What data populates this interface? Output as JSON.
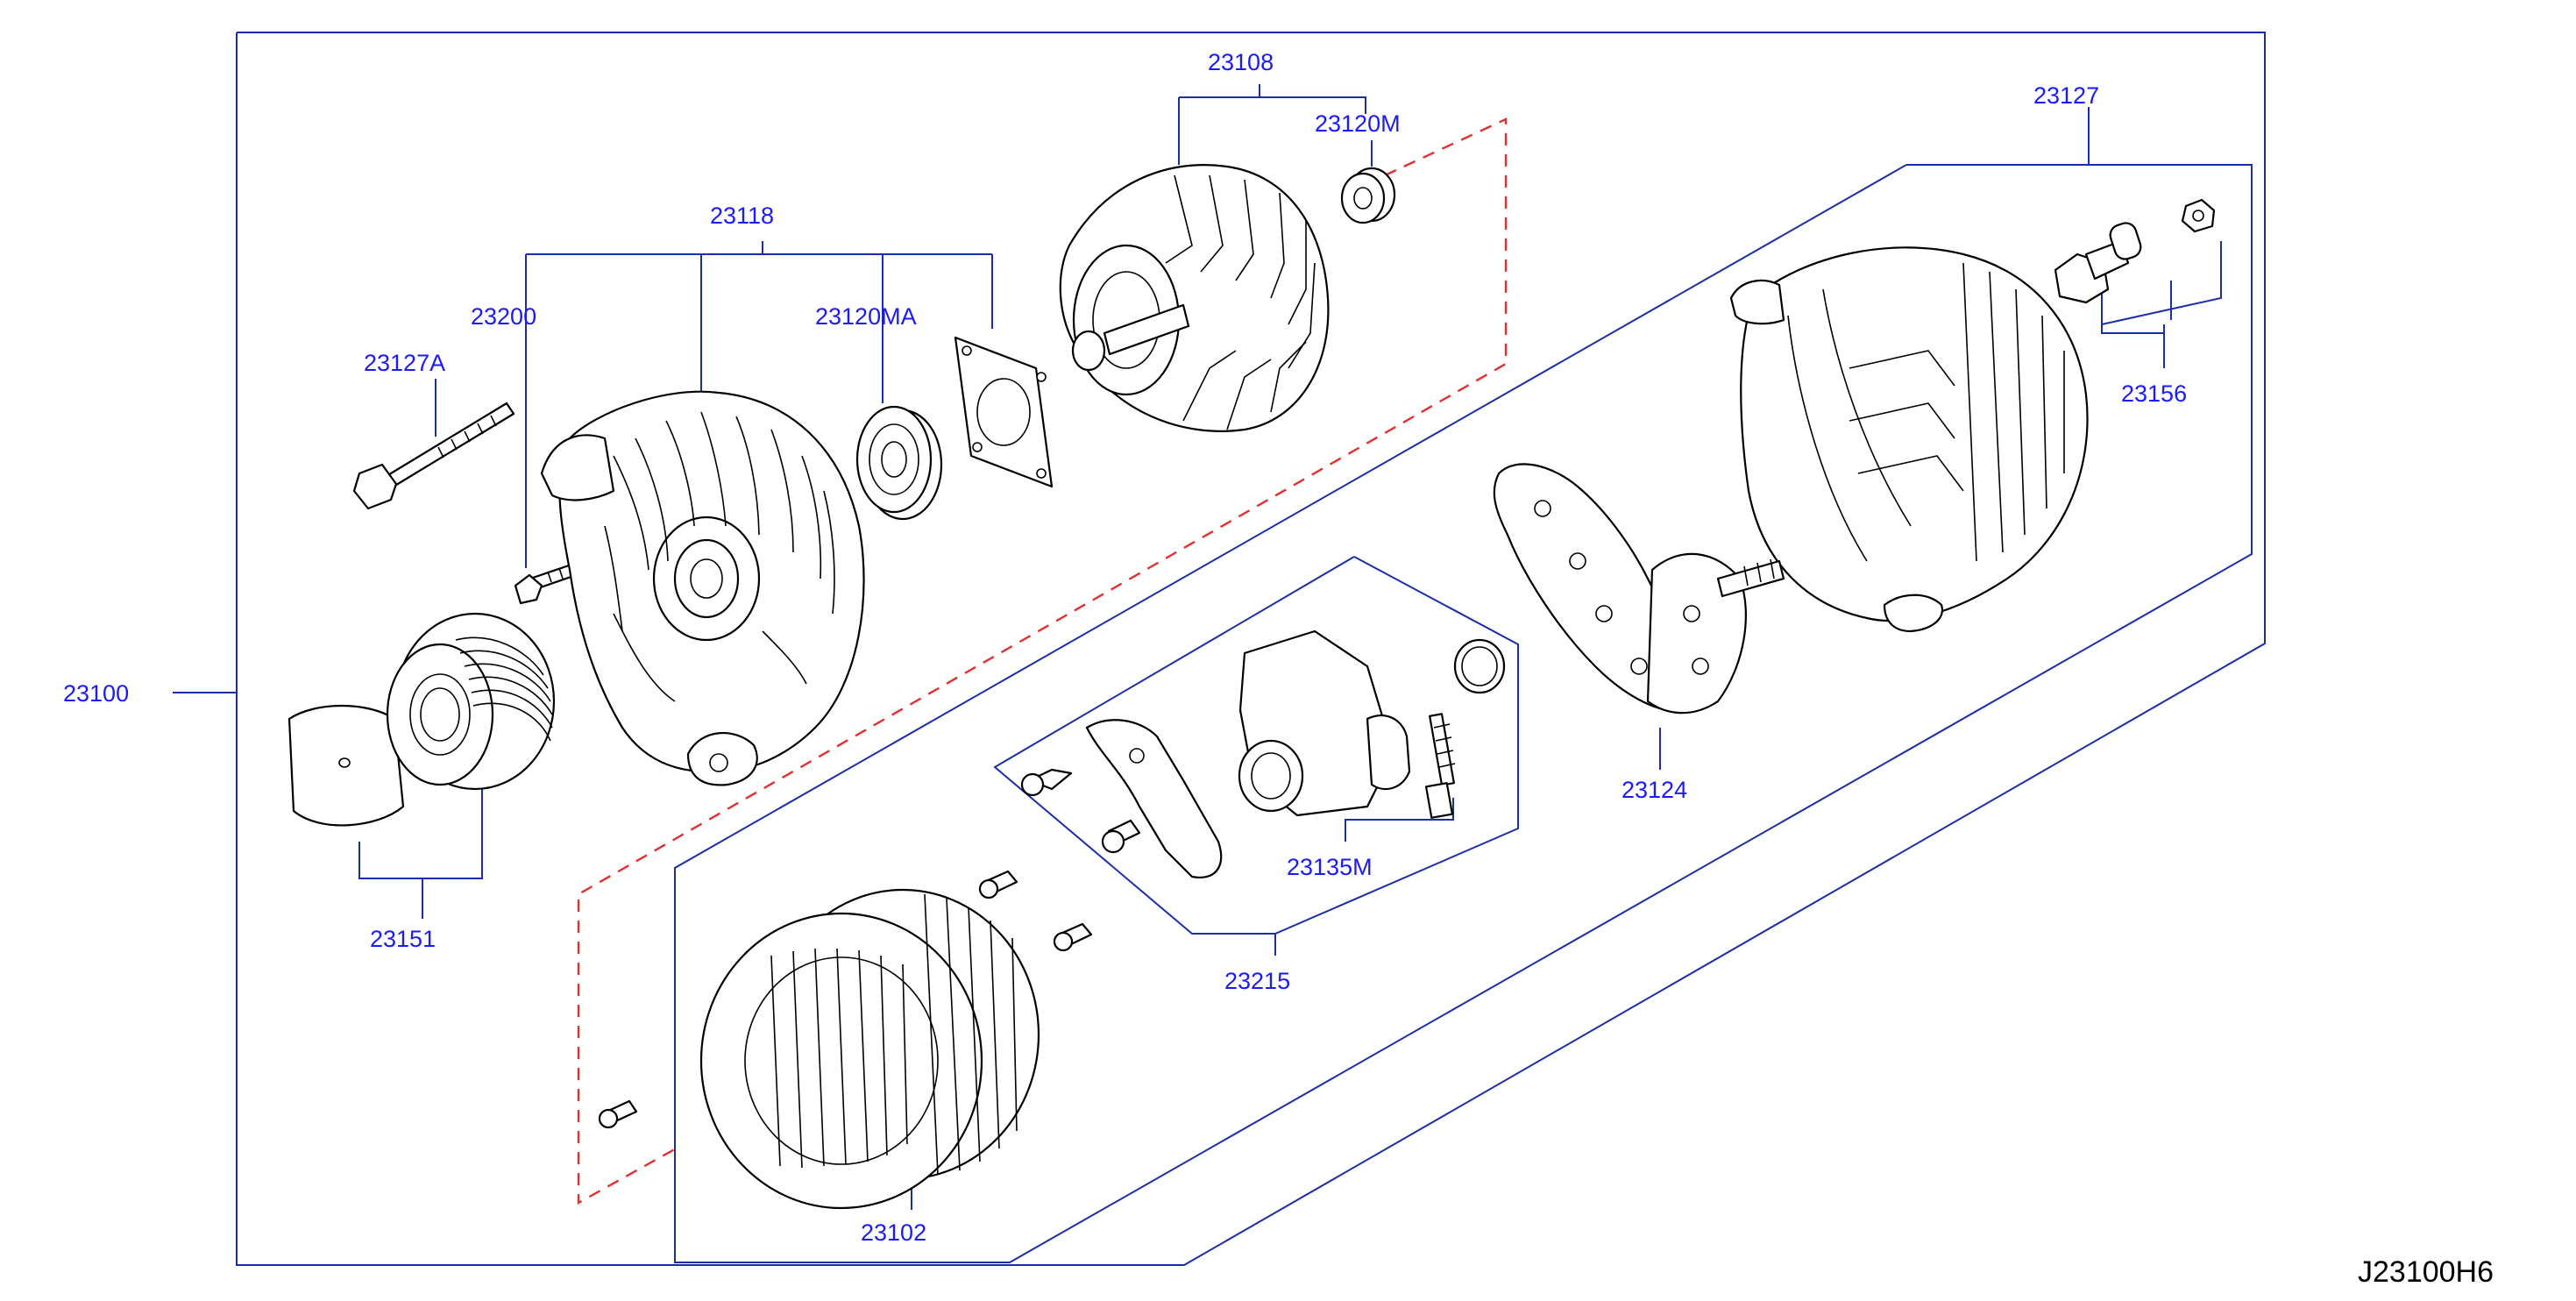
{
  "diagram_code": "J23100H6",
  "callouts": {
    "c23100": "23100",
    "c23151": "23151",
    "c23127A": "23127A",
    "c23200": "23200",
    "c23118": "23118",
    "c23120MA": "23120MA",
    "c23108": "23108",
    "c23120M": "23120M",
    "c23127": "23127",
    "c23156": "23156",
    "c23124": "23124",
    "c23135M": "23135M",
    "c23215": "23215",
    "c23102": "23102"
  },
  "colors": {
    "callout_text": "#1a1aff",
    "leader_line": "#1a2fa6",
    "dashed_guide": "#e03030",
    "drawing": "#000000"
  }
}
